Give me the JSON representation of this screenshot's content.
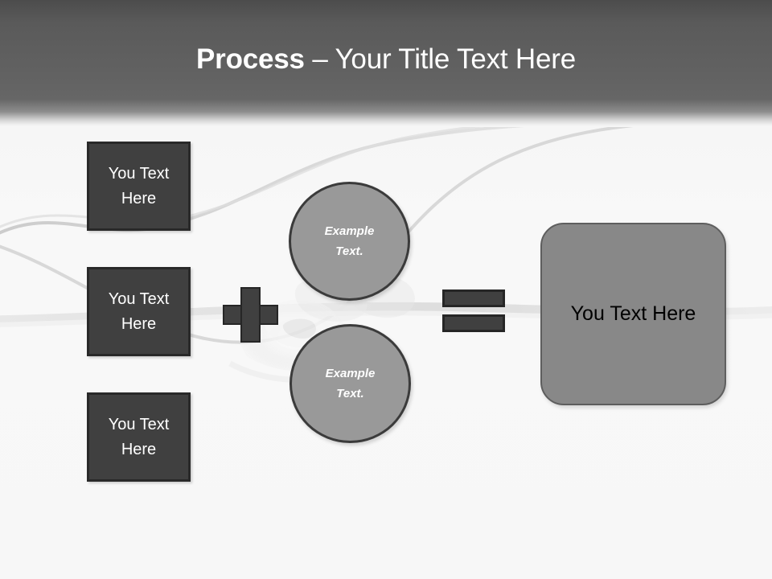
{
  "slide": {
    "title": {
      "bold_part": "Process",
      "separator": " – ",
      "rest": "Your Title Text Here",
      "full": "Process – Your Title Text Here"
    },
    "theme": {
      "header_dark": "#5a5a5a",
      "body_background": "#f7f7f7",
      "box_fill": "#404040",
      "box_border": "#292929",
      "box_text": "#ffffff",
      "circle_fill": "#999999",
      "circle_border": "#3b3b3b",
      "circle_text": "#ffffff",
      "result_fill": "#888888",
      "result_border": "#5e5e5e",
      "result_text": "#000000",
      "operator_fill": "#404040",
      "operator_border": "#262626"
    }
  },
  "inputs": [
    {
      "label": "You Text Here"
    },
    {
      "label": "You Text Here"
    },
    {
      "label": "You Text Here"
    }
  ],
  "operators": {
    "plus": "plus-sign",
    "equals": "equals-sign"
  },
  "circles": [
    {
      "line1": "Example",
      "line2": "Text."
    },
    {
      "line1": "Example",
      "line2": "Text."
    }
  ],
  "result": {
    "label": "You Text Here"
  }
}
